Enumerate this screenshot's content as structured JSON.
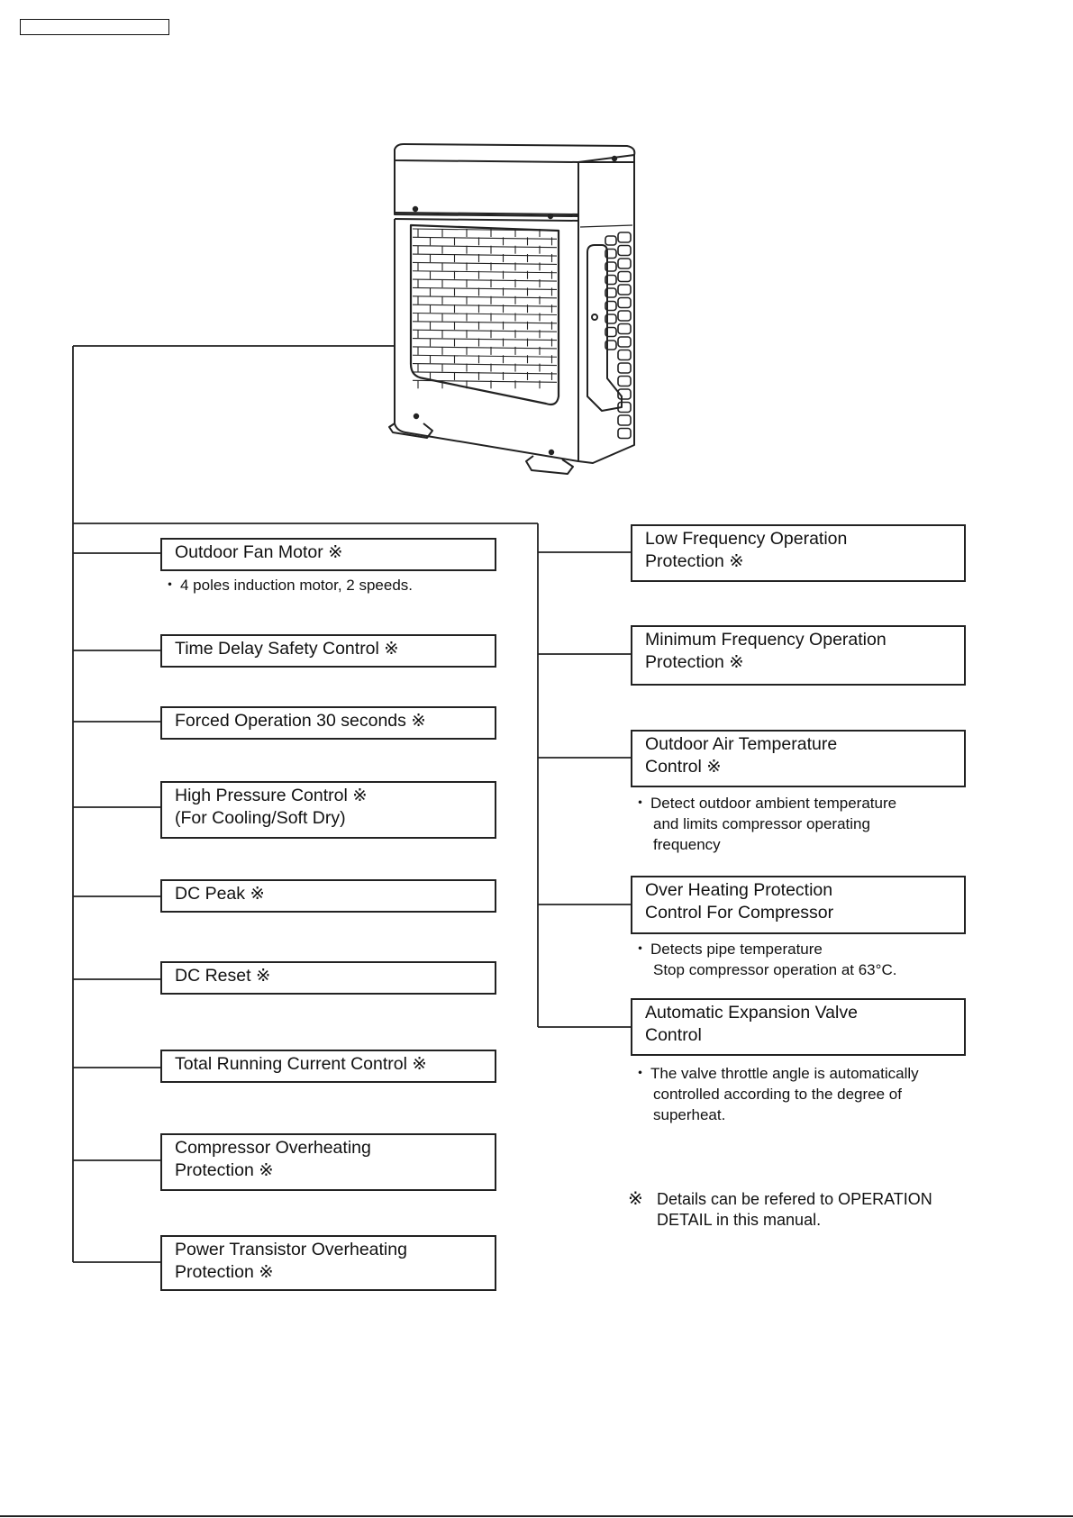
{
  "left_boxes": [
    {
      "id": "outdoor-fan-motor",
      "lines": [
        "Outdoor Fan Motor ※",
        ""
      ]
    },
    {
      "id": "time-delay-safety-control",
      "lines": [
        "Time Delay Safety Control ※",
        ""
      ]
    },
    {
      "id": "forced-operation",
      "lines": [
        "Forced Operation 30 seconds ※",
        ""
      ]
    },
    {
      "id": "high-pressure-control",
      "lines": [
        "High Pressure Control ※",
        "(For Cooling/Soft Dry)"
      ]
    },
    {
      "id": "dc-peak",
      "lines": [
        "DC Peak ※",
        ""
      ]
    },
    {
      "id": "dc-reset",
      "lines": [
        "DC Reset ※",
        ""
      ]
    },
    {
      "id": "total-running-current-control",
      "lines": [
        "Total Running Current Control ※",
        ""
      ]
    },
    {
      "id": "compressor-overheating-protection",
      "lines": [
        "Compressor Overheating",
        "Protection ※"
      ]
    },
    {
      "id": "power-transistor-overheating-protection",
      "lines": [
        "Power Transistor Overheating",
        "Protection ※"
      ]
    }
  ],
  "right_boxes": [
    {
      "id": "low-frequency-operation-protection",
      "lines": [
        "Low Frequency Operation",
        "Protection ※"
      ]
    },
    {
      "id": "minimum-frequency-operation-protection",
      "lines": [
        "Minimum Frequency Operation",
        "Protection ※"
      ]
    },
    {
      "id": "outdoor-air-temperature-control",
      "lines": [
        "Outdoor Air Temperature",
        "Control ※"
      ]
    },
    {
      "id": "over-heating-protection-control",
      "lines": [
        "Over Heating Protection",
        "Control For Compressor"
      ]
    },
    {
      "id": "automatic-expansion-valve-control",
      "lines": [
        "Automatic Expansion Valve",
        "Control"
      ]
    }
  ],
  "notes": {
    "bullet": "・",
    "fan_motor": [
      "4 poles induction motor, 2 speeds."
    ],
    "outdoor_air": [
      "Detect outdoor ambient temperature",
      "and limits compressor operating",
      "frequency"
    ],
    "over_heating": [
      "Detects pipe temperature",
      "Stop compressor operation at 63°C."
    ],
    "expansion_valve": [
      "The valve throttle angle is automatically",
      "controlled according to the degree of",
      "superheat."
    ]
  },
  "footnote": {
    "mark": "※",
    "lines": [
      "Details can be refered to OPERATION",
      "DETAIL in this manual."
    ]
  }
}
